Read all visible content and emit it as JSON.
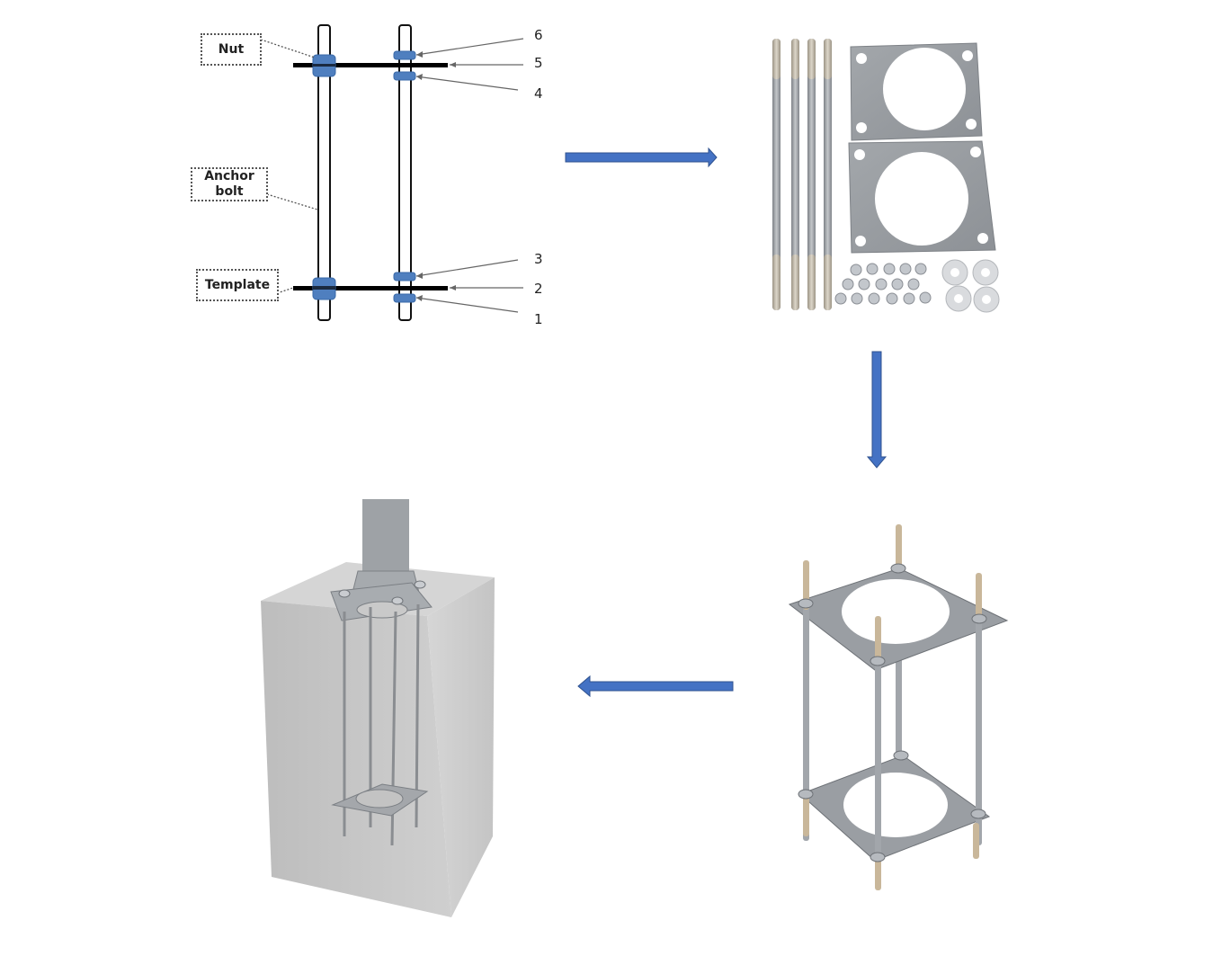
{
  "diagram": {
    "description": "Anchor bolt template assembly process flow",
    "schematic": {
      "labels": {
        "nut": "Nut",
        "anchor_bolt_line1": "Anchor",
        "anchor_bolt_line2": "bolt",
        "template": "Template"
      },
      "numbers": [
        "1",
        "2",
        "3",
        "4",
        "5",
        "6"
      ]
    },
    "steps": [
      {
        "id": "schematic",
        "caption": "Anchor bolt, nut and template layout"
      },
      {
        "id": "kit-parts",
        "caption": "Anchor bolts, templates, nuts and washers"
      },
      {
        "id": "assembled-cage",
        "caption": "Assembled anchor bolt cage"
      },
      {
        "id": "embedded-in-concrete",
        "caption": "Cage embedded in concrete foundation with pole"
      }
    ],
    "arrows": [
      {
        "from": "schematic",
        "to": "kit-parts",
        "direction": "right"
      },
      {
        "from": "kit-parts",
        "to": "assembled-cage",
        "direction": "down"
      },
      {
        "from": "assembled-cage",
        "to": "embedded-in-concrete",
        "direction": "left"
      }
    ],
    "colors": {
      "arrow": "#4472c4",
      "arrow_edge": "#2f528f",
      "nut": "#4f7fbf",
      "template_bar": "#000000",
      "steel": "#9a9ea3",
      "concrete": "#c8c8c8"
    }
  }
}
